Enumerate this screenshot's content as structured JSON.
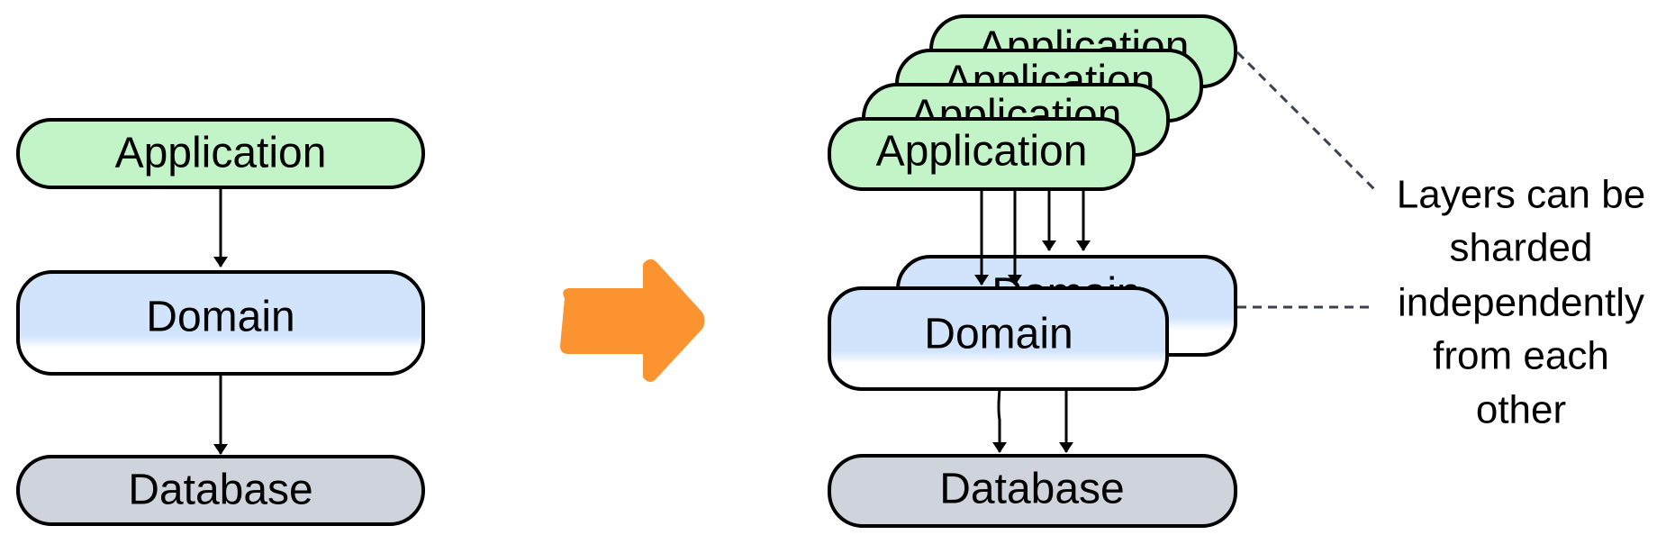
{
  "colors": {
    "application": "#c2f4c8",
    "domain": "#d1e4fb",
    "database": "#cfd4dc",
    "arrow": "#fb9430",
    "stroke": "#000000",
    "dashed": "#3c4150"
  },
  "before": {
    "application": "Application",
    "domain": "Domain",
    "database": "Database"
  },
  "after": {
    "application_stack": [
      "Application",
      "Application",
      "Application",
      "Application"
    ],
    "domain_stack": [
      "Domain",
      "Domain"
    ],
    "database": "Database"
  },
  "note": {
    "lines": [
      "Layers can be",
      "sharded",
      "independently",
      "from each",
      "other"
    ]
  }
}
